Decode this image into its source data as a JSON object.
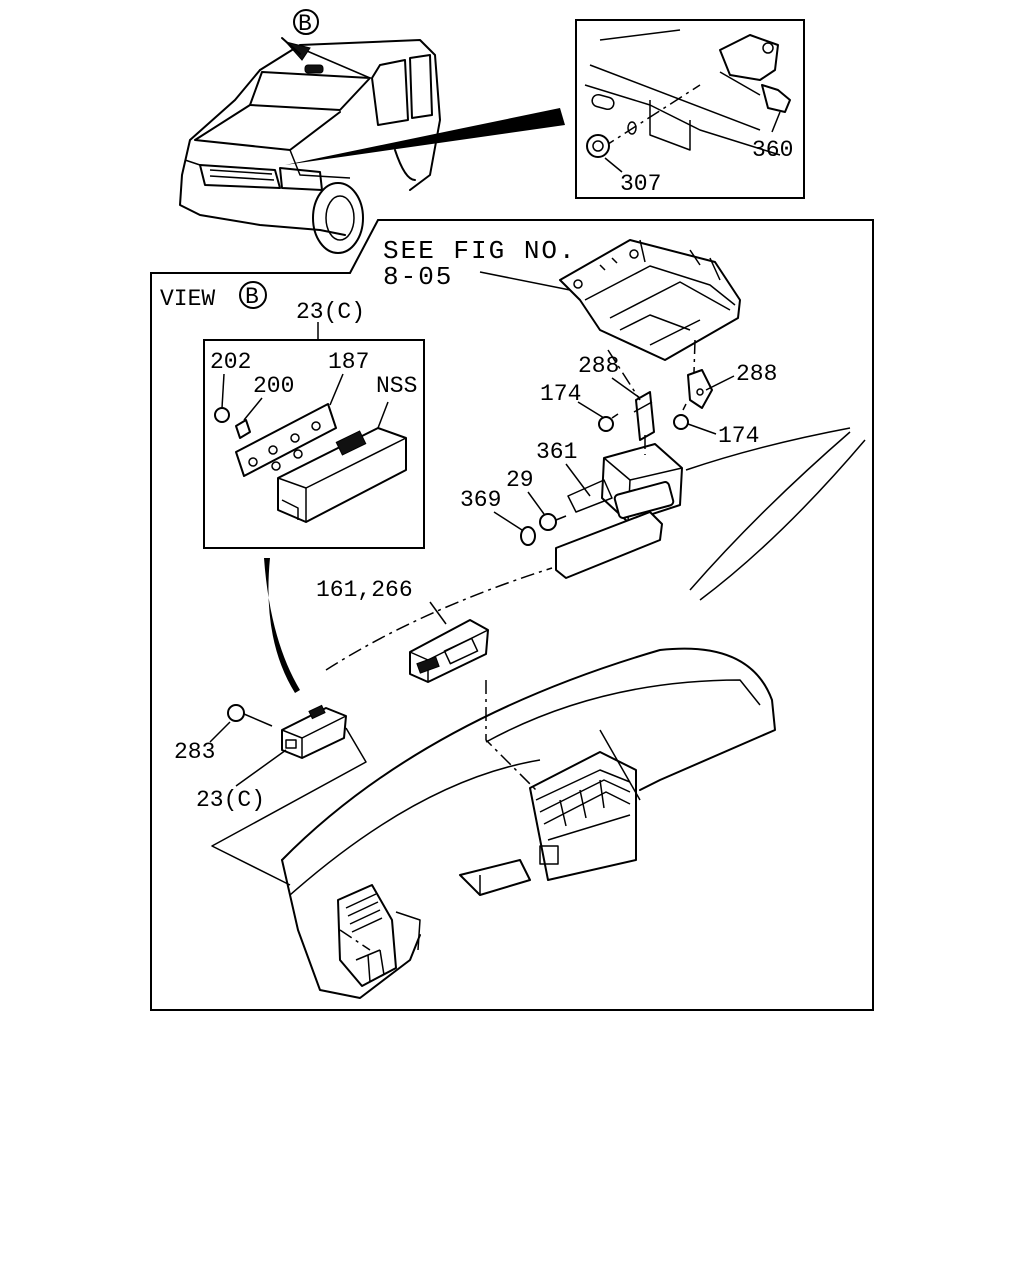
{
  "callouts": {
    "b_marker": "B",
    "view_label": "VIEW",
    "see_fig_line1": "SEE FIG NO.",
    "see_fig_line2": "8-05"
  },
  "labels": {
    "p307": "307",
    "p360": "360",
    "p23c_top": "23(C)",
    "p202": "202",
    "p200": "200",
    "p187": "187",
    "nss": "NSS",
    "p288_left": "288",
    "p288_right": "288",
    "p174_left": "174",
    "p174_right": "174",
    "p361": "361",
    "p29": "29",
    "p369": "369",
    "p161_266": "161,266",
    "p283": "283",
    "p23c_bottom": "23(C)"
  }
}
